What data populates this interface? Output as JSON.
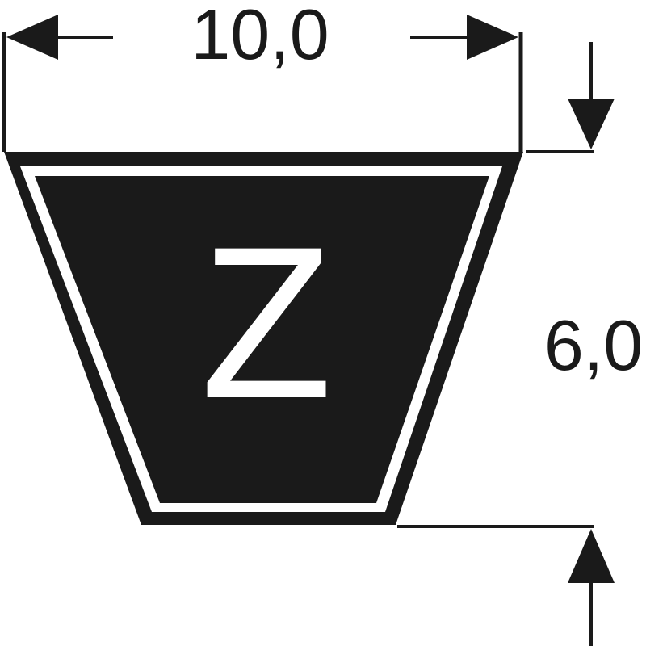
{
  "diagram": {
    "width_label": "10,0",
    "height_label": "6,0",
    "profile_label": "Z",
    "colors": {
      "ink": "#1a1a1a",
      "paper": "#ffffff"
    }
  }
}
